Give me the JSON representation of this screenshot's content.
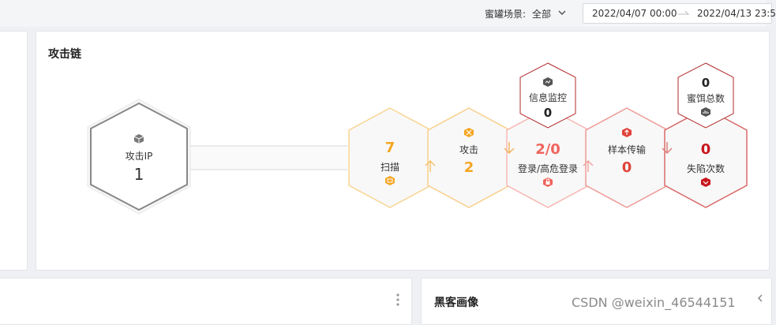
{
  "header": {
    "scene_label": "蜜罐场景:",
    "scene_value": "全部",
    "date_start": "2022/04/07 00:00",
    "date_end": "2022/04/13 23:5"
  },
  "attack_chain": {
    "title": "攻击链",
    "source": {
      "label": "攻击IP",
      "value": "1",
      "icon": "cube-icon"
    },
    "stages": [
      {
        "label": "扫描",
        "value": "7",
        "color": "#f5a623",
        "icon": "scan-icon"
      },
      {
        "label": "攻击",
        "value": "2",
        "color": "#f5a623",
        "icon": "attack-icon"
      },
      {
        "label": "登录/高危登录",
        "value": "2/0",
        "color": "#f0645c",
        "icon": "login-icon"
      },
      {
        "label": "样本传输",
        "value": "0",
        "color": "#e0433b",
        "icon": "sample-icon"
      },
      {
        "label": "失陷次数",
        "value": "0",
        "color": "#c8171e",
        "icon": "fallen-icon"
      }
    ],
    "monitor": {
      "label": "信息监控",
      "value": "0",
      "icon": "monitor-icon"
    },
    "bait": {
      "label": "蜜饵总数",
      "value": "0",
      "icon": "bait-icon"
    }
  },
  "hacker_profile": {
    "title": "黑客画像"
  },
  "watermark": "CSDN @weixin_46544151",
  "colors": {
    "accent_orange": "#f5a623",
    "accent_red": "#c8171e",
    "border": "#e3e5e8"
  }
}
